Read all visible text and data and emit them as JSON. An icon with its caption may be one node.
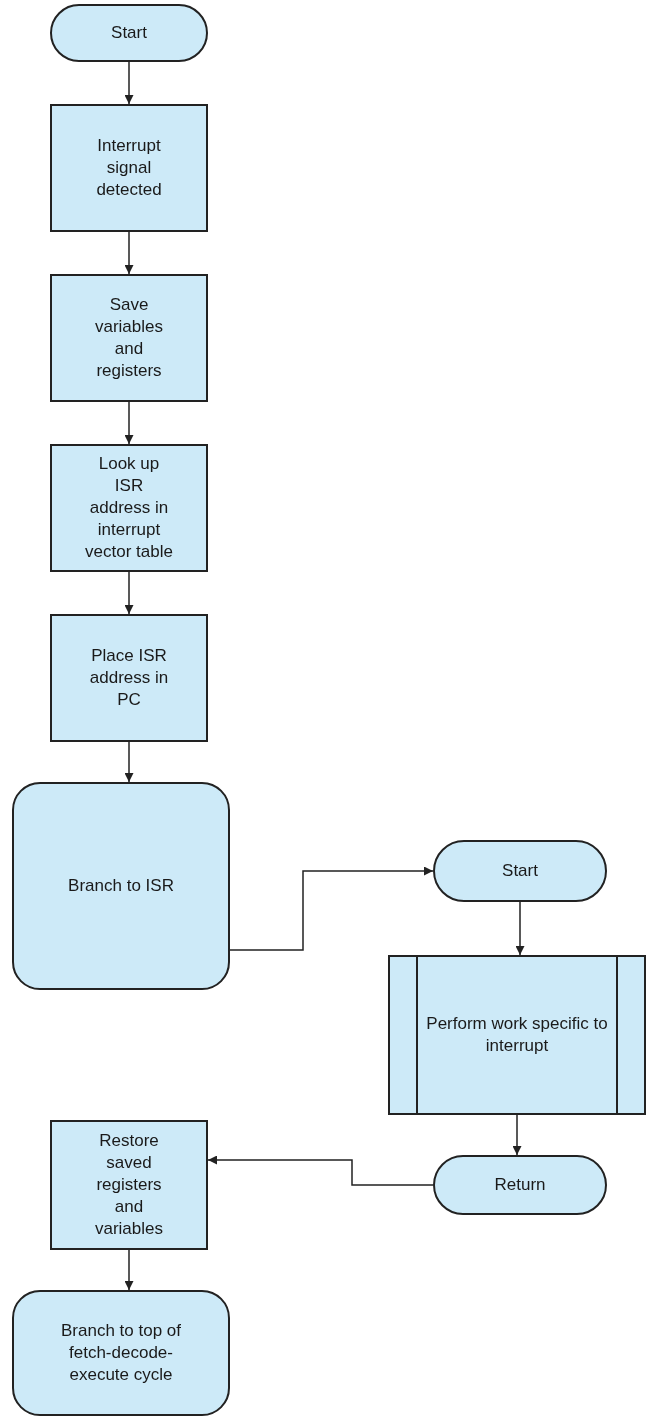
{
  "diagram": {
    "nodes": [
      {
        "text": [
          "Start"
        ]
      },
      {
        "text": [
          "Interrupt signal detected"
        ]
      },
      {
        "text": [
          "Save variables and registers"
        ]
      },
      {
        "text": [
          "Look up ISR address in interrupt vector table"
        ]
      },
      {
        "text": [
          "Place ISR address in PC"
        ]
      },
      {
        "text": [
          "Branch to ISR"
        ]
      },
      {
        "text": [
          "Start"
        ]
      },
      {
        "text": [
          "Perform work specific to interrupt"
        ]
      },
      {
        "text": [
          "Return"
        ]
      },
      {
        "text": [
          "Restore saved registers and variables"
        ]
      },
      {
        "text": [
          "Branch to top of fetch-decode-execute cycle"
        ]
      }
    ],
    "edges": [
      {
        "from": 0,
        "to": 1,
        "arrow": "to"
      },
      {
        "from": 1,
        "to": 2,
        "arrow": "to"
      },
      {
        "from": 2,
        "to": 3,
        "arrow": "to"
      },
      {
        "from": 3,
        "to": 4,
        "arrow": "to"
      },
      {
        "from": 4,
        "to": 5,
        "arrow": "to"
      },
      {
        "from": 5,
        "to": 6,
        "arrow": "to"
      },
      {
        "from": 6,
        "to": 7,
        "arrow": "to"
      },
      {
        "from": 7,
        "to": 8,
        "arrow": "to"
      },
      {
        "from": 8,
        "to": 9,
        "arrow": "to"
      },
      {
        "from": 9,
        "to": 10,
        "arrow": "to"
      }
    ]
  }
}
